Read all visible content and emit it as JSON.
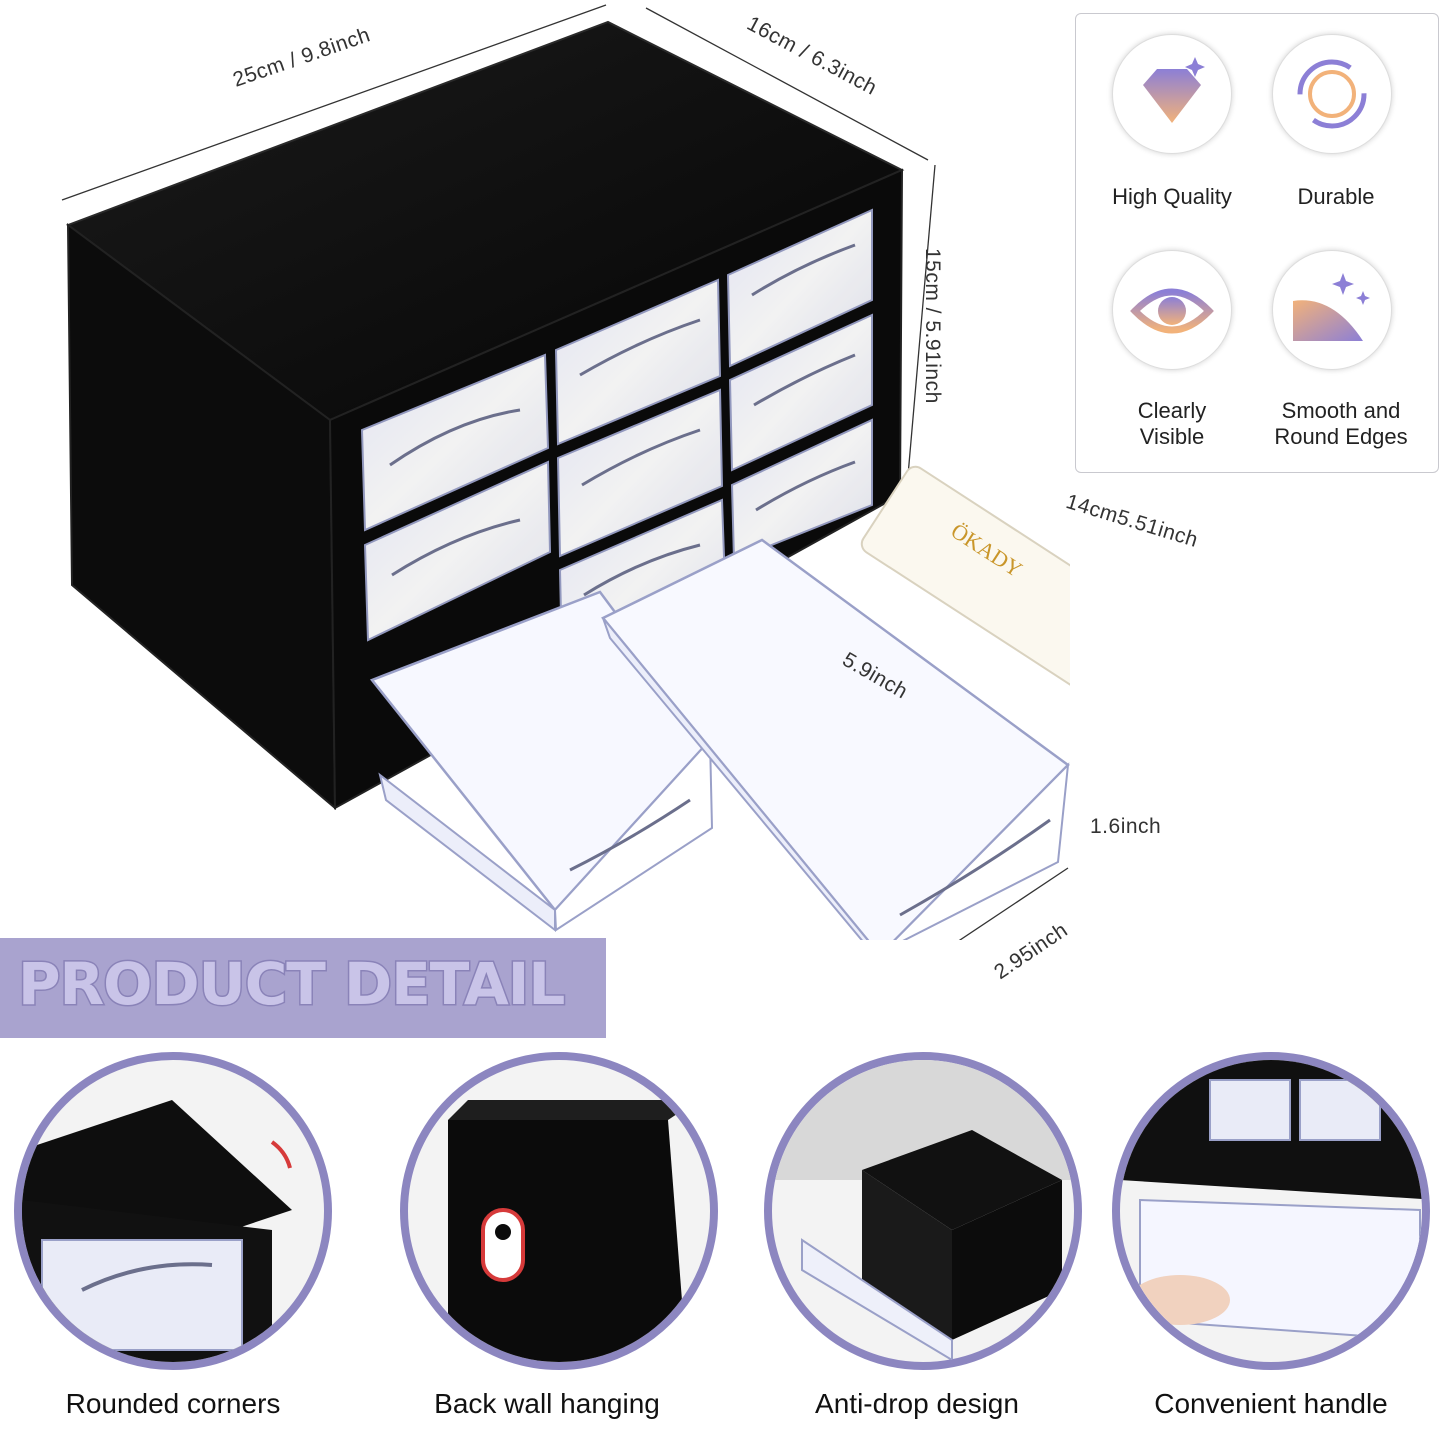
{
  "dimensions": {
    "width": "25cm / 9.8inch",
    "depth": "16cm / 6.3inch",
    "height": "15cm / 5.91inch",
    "tube": "14cm5.51inch",
    "drawer_length": "5.9inch",
    "drawer_height": "1.6inch",
    "drawer_width": "2.95inch"
  },
  "tube_brand": "ÖKADY",
  "features": [
    {
      "label": "High Quality",
      "icon": "diamond-icon"
    },
    {
      "label": "Durable",
      "icon": "recycle-arrows-icon"
    },
    {
      "label": "Clearly\nVisible",
      "icon": "eye-icon"
    },
    {
      "label": "Smooth and\nRound Edges",
      "icon": "smooth-edge-icon"
    }
  ],
  "banner": "PRODUCT DETAIL",
  "details": [
    {
      "label": "Rounded corners"
    },
    {
      "label": "Back wall hanging"
    },
    {
      "label": "Anti-drop design"
    },
    {
      "label": "Convenient handle"
    }
  ],
  "colors": {
    "accent_purple": "#8c86c0",
    "banner_bg": "#a9a3cf",
    "cabinet_black": "#111111",
    "gold": "#c9962a",
    "marker_red": "#d63a3a"
  }
}
